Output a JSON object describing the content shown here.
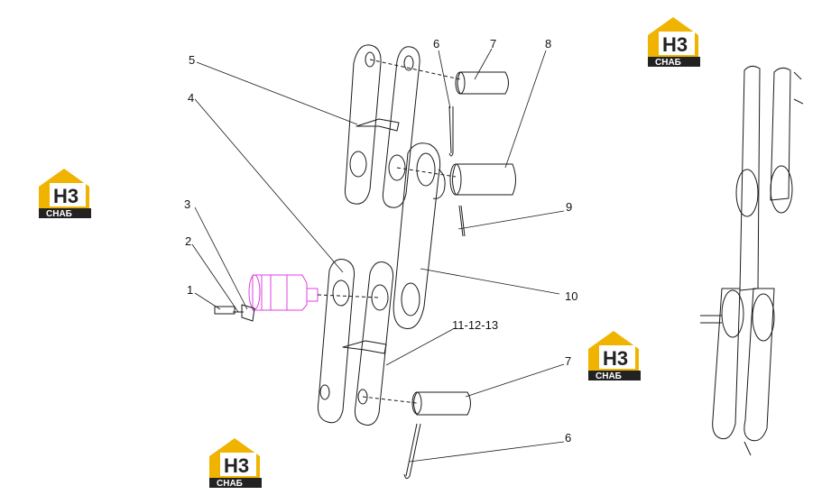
{
  "callouts": [
    {
      "id": "c1",
      "label": "1"
    },
    {
      "id": "c2",
      "label": "2"
    },
    {
      "id": "c3",
      "label": "3"
    },
    {
      "id": "c4",
      "label": "4"
    },
    {
      "id": "c5",
      "label": "5"
    },
    {
      "id": "c6a",
      "label": "6"
    },
    {
      "id": "c7a",
      "label": "7"
    },
    {
      "id": "c8",
      "label": "8"
    },
    {
      "id": "c9",
      "label": "9"
    },
    {
      "id": "c10",
      "label": "10"
    },
    {
      "id": "c11",
      "label": "11-12-13"
    },
    {
      "id": "c7b",
      "label": "7"
    },
    {
      "id": "c6b",
      "label": "6"
    }
  ],
  "logo": {
    "text_top": "H3",
    "text_bottom": "CHAБ"
  },
  "colors": {
    "line": "#1a1a1a",
    "highlight": "#e040e0",
    "logo_gold": "#f0b400",
    "logo_dark": "#222222"
  }
}
